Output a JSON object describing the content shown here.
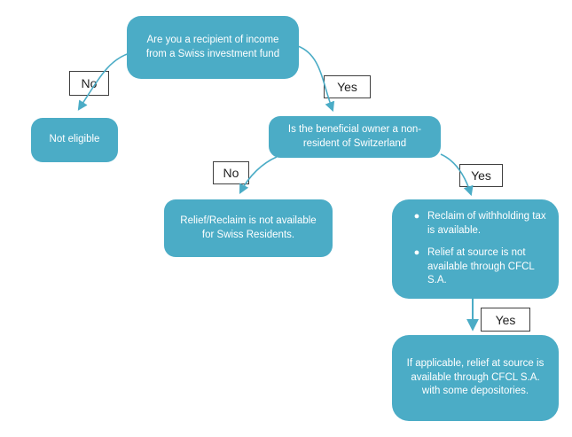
{
  "palette": {
    "node_fill": "#4BACC6",
    "node_text": "#FFFFFF",
    "connector": "#4BACC6",
    "label_fill": "#FFFFFF",
    "label_border": "#3F3F3F",
    "label_text": "#1F1F1F",
    "background": "#FFFFFF"
  },
  "nodes": {
    "start": "Are you a recipient of income from a Swiss investment fund",
    "not_eligible": "Not eligible",
    "owner_question": "Is the beneficial owner a non-resident of Switzerland",
    "swiss_residents": "Relief/Reclaim is not available for Swiss Residents.",
    "reclaim_bullets": [
      "Reclaim of withholding tax is available.",
      "Relief at source is not available through CFCL S.A."
    ],
    "final": "If applicable, relief at source is available through CFCL S.A. with some depositories."
  },
  "edge_labels": {
    "no1": "No",
    "yes1": "Yes",
    "no2": "No",
    "yes2": "Yes",
    "yes3": "Yes"
  }
}
